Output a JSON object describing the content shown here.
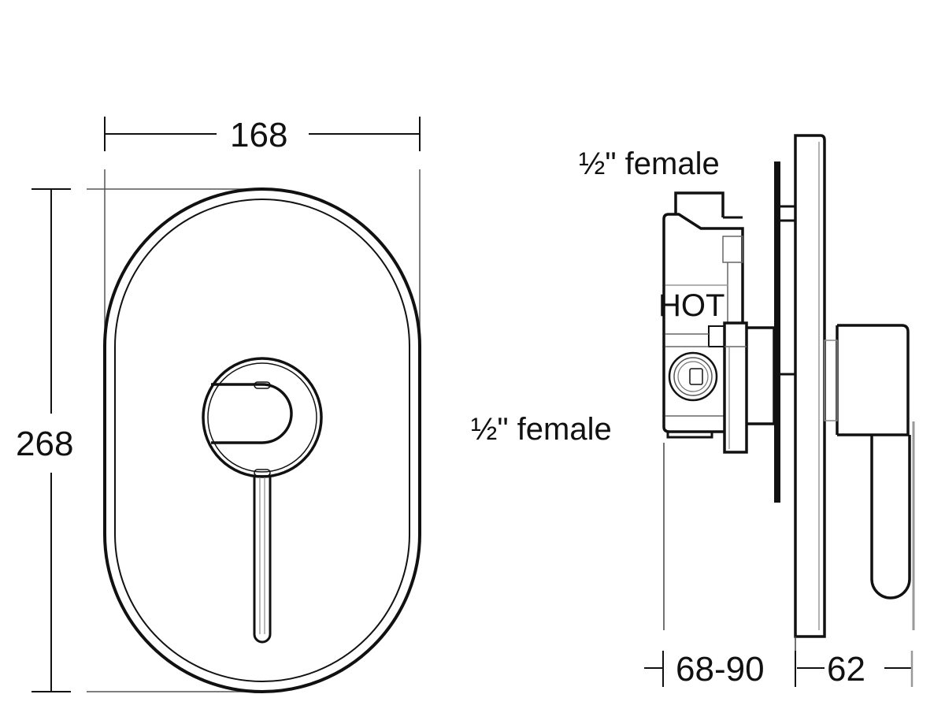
{
  "front_view": {
    "width_label": "168",
    "height_label": "268"
  },
  "side_view": {
    "top_inlet_label": "½\" female",
    "bottom_inlet_label": "½\" female",
    "hot_label": "HOT",
    "depth_label": "68-90",
    "projection_label": "62"
  },
  "colors": {
    "line": "#111111",
    "thin_line": "#444444",
    "shade": "#999999",
    "background": "#ffffff"
  }
}
